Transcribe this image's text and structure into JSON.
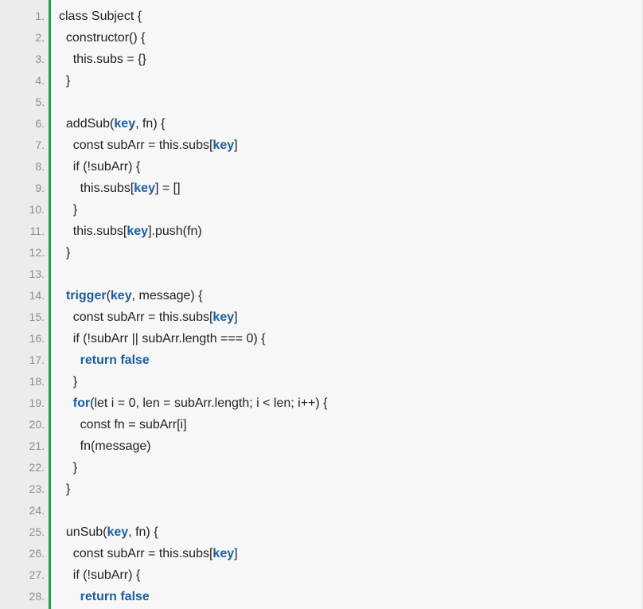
{
  "colors": {
    "accent_bar": "#1aa34a",
    "keyword": "#1a5ea0",
    "text": "#222222",
    "line_number": "#8c8c8c",
    "gutter_bg": "#ececec",
    "code_bg": "#f7f7f7"
  },
  "lines": [
    {
      "number": "1.",
      "tokens": [
        {
          "t": "class Subject {"
        }
      ]
    },
    {
      "number": "2.",
      "tokens": [
        {
          "t": "  constructor() {"
        }
      ]
    },
    {
      "number": "3.",
      "tokens": [
        {
          "t": "    this.subs = {}"
        }
      ]
    },
    {
      "number": "4.",
      "tokens": [
        {
          "t": "  }"
        }
      ]
    },
    {
      "number": "5.",
      "tokens": [
        {
          "t": ""
        }
      ]
    },
    {
      "number": "6.",
      "tokens": [
        {
          "t": "  addSub("
        },
        {
          "t": "key",
          "k": true
        },
        {
          "t": ", fn) {"
        }
      ]
    },
    {
      "number": "7.",
      "tokens": [
        {
          "t": "    const subArr = this.subs["
        },
        {
          "t": "key",
          "k": true
        },
        {
          "t": "]"
        }
      ]
    },
    {
      "number": "8.",
      "tokens": [
        {
          "t": "    if (!subArr) {"
        }
      ]
    },
    {
      "number": "9.",
      "tokens": [
        {
          "t": "      this.subs["
        },
        {
          "t": "key",
          "k": true
        },
        {
          "t": "] = []"
        }
      ]
    },
    {
      "number": "10.",
      "tokens": [
        {
          "t": "    }"
        }
      ]
    },
    {
      "number": "11.",
      "tokens": [
        {
          "t": "    this.subs["
        },
        {
          "t": "key",
          "k": true
        },
        {
          "t": "].push(fn)"
        }
      ]
    },
    {
      "number": "12.",
      "tokens": [
        {
          "t": "  }"
        }
      ]
    },
    {
      "number": "13.",
      "tokens": [
        {
          "t": ""
        }
      ]
    },
    {
      "number": "14.",
      "tokens": [
        {
          "t": "  "
        },
        {
          "t": "trigger",
          "k": true
        },
        {
          "t": "("
        },
        {
          "t": "key",
          "k": true
        },
        {
          "t": ", message) {"
        }
      ]
    },
    {
      "number": "15.",
      "tokens": [
        {
          "t": "    const subArr = this.subs["
        },
        {
          "t": "key",
          "k": true
        },
        {
          "t": "]"
        }
      ]
    },
    {
      "number": "16.",
      "tokens": [
        {
          "t": "    if (!subArr || subArr.length === 0) {"
        }
      ]
    },
    {
      "number": "17.",
      "tokens": [
        {
          "t": "      "
        },
        {
          "t": "return false",
          "k": true
        }
      ]
    },
    {
      "number": "18.",
      "tokens": [
        {
          "t": "    }"
        }
      ]
    },
    {
      "number": "19.",
      "tokens": [
        {
          "t": "    "
        },
        {
          "t": "for",
          "k": true
        },
        {
          "t": "(let i = 0, len = subArr.length; i < len; i++) {"
        }
      ]
    },
    {
      "number": "20.",
      "tokens": [
        {
          "t": "      const fn = subArr[i]"
        }
      ]
    },
    {
      "number": "21.",
      "tokens": [
        {
          "t": "      fn(message)"
        }
      ]
    },
    {
      "number": "22.",
      "tokens": [
        {
          "t": "    }"
        }
      ]
    },
    {
      "number": "23.",
      "tokens": [
        {
          "t": "  }"
        }
      ]
    },
    {
      "number": "24.",
      "tokens": [
        {
          "t": ""
        }
      ]
    },
    {
      "number": "25.",
      "tokens": [
        {
          "t": "  unSub("
        },
        {
          "t": "key",
          "k": true
        },
        {
          "t": ", fn) {"
        }
      ]
    },
    {
      "number": "26.",
      "tokens": [
        {
          "t": "    const subArr = this.subs["
        },
        {
          "t": "key",
          "k": true
        },
        {
          "t": "]"
        }
      ]
    },
    {
      "number": "27.",
      "tokens": [
        {
          "t": "    if (!subArr) {"
        }
      ]
    },
    {
      "number": "28.",
      "tokens": [
        {
          "t": "      "
        },
        {
          "t": "return false",
          "k": true
        }
      ]
    }
  ]
}
